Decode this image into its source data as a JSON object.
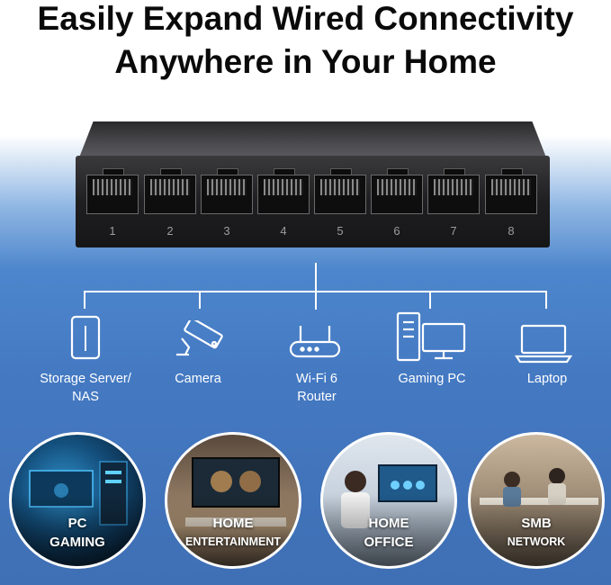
{
  "headline": {
    "line1": "Easily Expand Wired Connectivity",
    "line2": "Anywhere in Your Home"
  },
  "switch": {
    "ports": [
      "1",
      "2",
      "3",
      "4",
      "5",
      "6",
      "7",
      "8"
    ]
  },
  "devices": [
    {
      "label_line1": "Storage Server/",
      "label_line2": "NAS",
      "icon": "storage-server-icon"
    },
    {
      "label_line1": "Camera",
      "label_line2": "",
      "icon": "camera-icon"
    },
    {
      "label_line1": "Wi-Fi 6",
      "label_line2": "Router",
      "icon": "router-icon"
    },
    {
      "label_line1": "Gaming PC",
      "label_line2": "",
      "icon": "desktop-pc-icon"
    },
    {
      "label_line1": "Laptop",
      "label_line2": "",
      "icon": "laptop-icon"
    }
  ],
  "scenarios": [
    {
      "line1": "PC",
      "line2": "GAMING"
    },
    {
      "line1": "HOME",
      "line2": "ENTERTAINMENT"
    },
    {
      "line1": "HOME",
      "line2": "OFFICE"
    },
    {
      "line1": "SMB",
      "line2": "NETWORK"
    }
  ],
  "colors": {
    "background_blue": "#4479c2",
    "switch_body": "#1f1f21",
    "line_color": "#ffffff",
    "title_color": "#0a0a0a"
  }
}
